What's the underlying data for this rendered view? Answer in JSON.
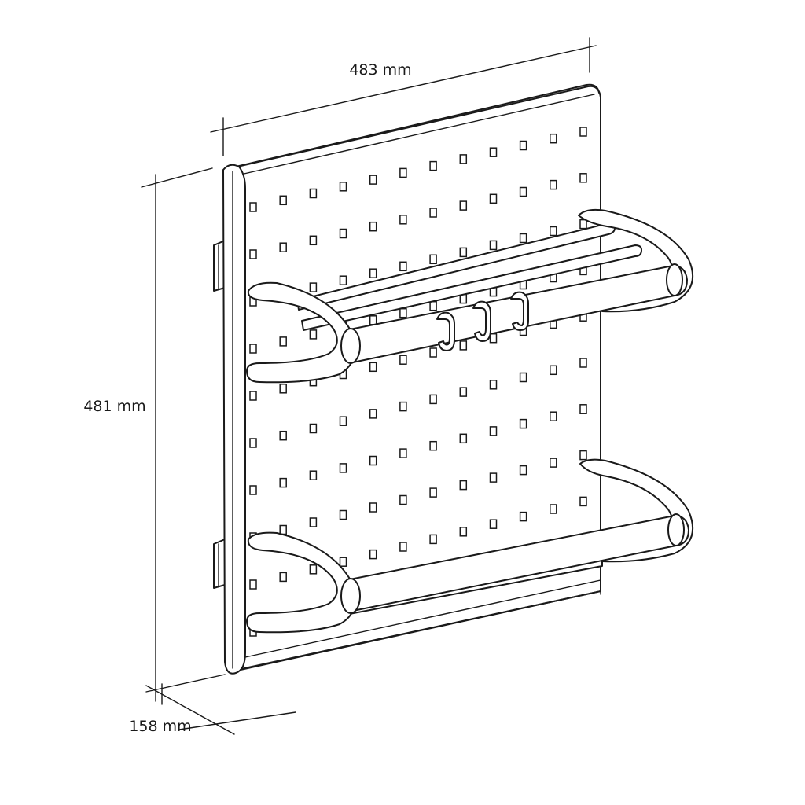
{
  "dimensions": {
    "width": "483 mm",
    "height": "481 mm",
    "depth": "158 mm"
  },
  "colors": {
    "line": "#1a1a1a",
    "background": "#ffffff"
  }
}
